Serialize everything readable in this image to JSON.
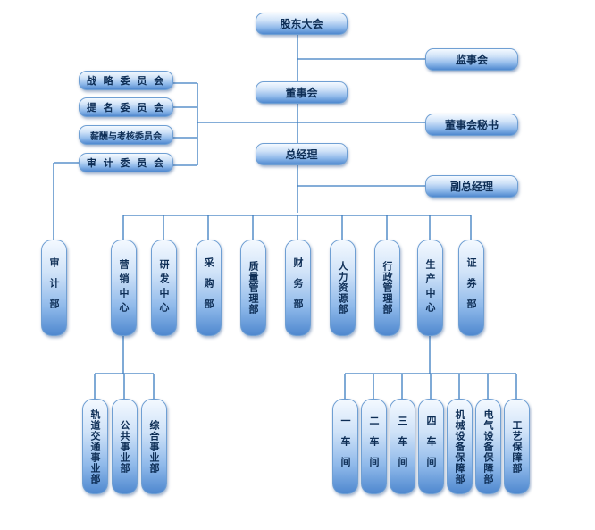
{
  "top": {
    "shareholders": "股东大会",
    "supervisory_board": "监事会",
    "board": "董事会",
    "board_secretary": "董事会秘书",
    "general_manager": "总经理",
    "deputy_gm": "副总经理"
  },
  "committees": [
    "战 略 委 员 会",
    "提 名 委 员 会",
    "薪酬与考核委员会",
    "审 计 委 员 会"
  ],
  "departments": {
    "audit": "审计部",
    "marketing": "营销中心",
    "rnd": "研发中心",
    "purchase": "采购部",
    "quality": "质量管理部",
    "finance": "财务部",
    "hr": "人力资源部",
    "admin": "行政管理部",
    "production": "生产中心",
    "securities": "证券部"
  },
  "marketing_units": [
    "轨道交通事业部",
    "公共事业部",
    "综合事业部"
  ],
  "production_units": [
    "一车间",
    "二车间",
    "三车间",
    "四车间",
    "机械设备保障部",
    "电气设备保障部",
    "工艺保障部"
  ],
  "colors": {
    "line": "#3a7cc0",
    "text": "#0d2d55",
    "box_bottom": "#4f88cf"
  }
}
